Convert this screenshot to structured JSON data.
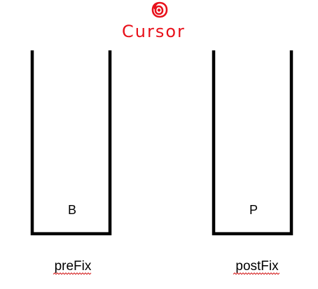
{
  "cursor": {
    "label": "Cursor",
    "color": "#e8101a"
  },
  "stacks": [
    {
      "name": "preFix",
      "items": [
        "B"
      ]
    },
    {
      "name": "postFix",
      "items": [
        "P"
      ]
    }
  ],
  "colors": {
    "stroke": "#000000",
    "spellcheck_underline": "#d42020"
  }
}
